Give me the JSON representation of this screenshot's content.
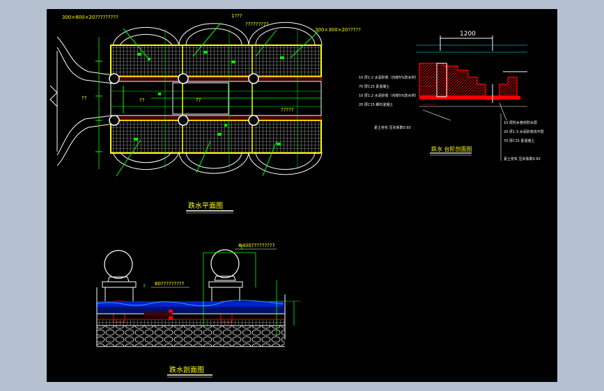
{
  "colors": {
    "background": "#b5c1d1",
    "canvas": "#000000",
    "line_white": "#ffffff",
    "line_green": "#00ff00",
    "line_yellow": "#ffff00",
    "line_red": "#ff0000",
    "line_cyan": "#00ffff",
    "water_blue": "#0033ff"
  },
  "plan": {
    "title": "跌水平面图",
    "label_top_left": "300×600×20?????????",
    "label_top_mid": "1???",
    "label_top_mid2": "?????????",
    "label_top_right": "300×300×20?????",
    "label_left": "??",
    "label_center_a": "??",
    "label_center_b": "??",
    "label_center_c": "?????"
  },
  "step_section": {
    "title": "跌水 台阶剖面图",
    "dim_top": "1200",
    "layers_left": [
      "10 厚1:2 水泥砂浆（内掺5%防水剂）",
      "70 厚C15 素混凝土",
      "10 厚1:2 水泥砂浆（内掺5%防水剂）",
      "20 厚C15 细石混凝土"
    ],
    "layer_bottom_left": "素土夯实 压实系数0.93",
    "layers_right": [
      "10 厚防水卷材防水层",
      "20 厚1:3 水泥砂浆找平层",
      "70 厚C15 素混凝土",
      "素土夯实 压实系数0.93"
    ]
  },
  "fountain_section": {
    "title": "跌水剖面图",
    "label_ball": "Φ400?????????",
    "label_wall": "80?????????"
  }
}
